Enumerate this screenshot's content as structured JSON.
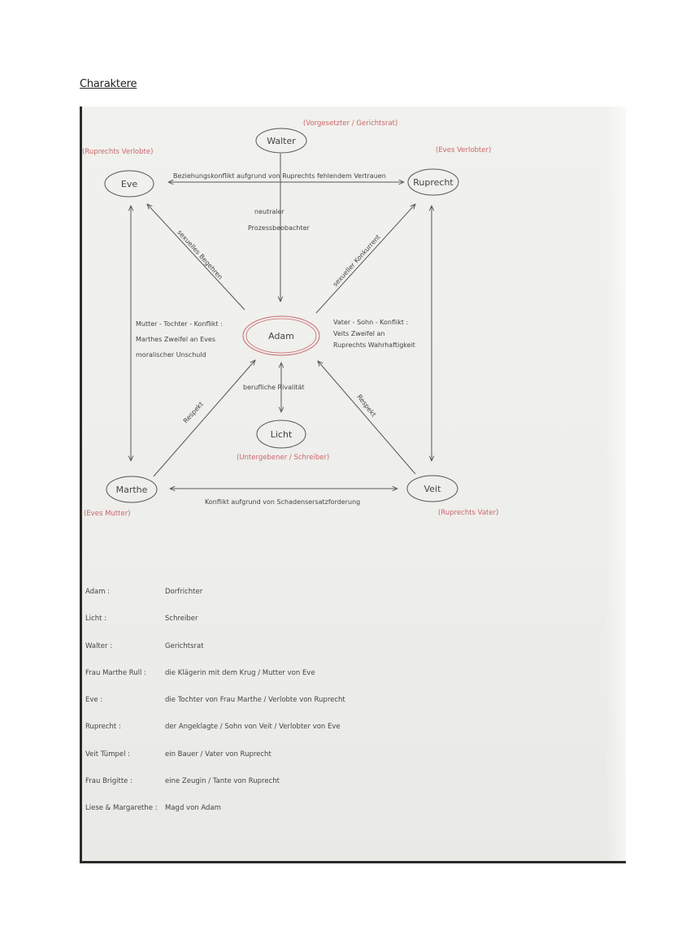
{
  "heading": "Charaktere",
  "nodes": {
    "walter": "Walter",
    "eve": "Eve",
    "ruprecht": "Ruprecht",
    "adam": "Adam",
    "licht": "Licht",
    "marthe": "Marthe",
    "veit": "Veit"
  },
  "notes": {
    "walter": "(Vorgesetzter / Gerichtsrat)",
    "eve": "(Ruprechts Verlobte)",
    "ruprecht": "(Eves Verlobter)",
    "licht": "(Untergebener / Schreiber)",
    "marthe": "(Eves Mutter)",
    "veit": "(Ruprechts Vater)"
  },
  "edges": {
    "eve_ruprecht": "Beziehungskonflikt aufgrund von Ruprechts fehlendem Vertrauen",
    "walter_adam_1": "neutraler",
    "walter_adam_2": "Prozessbeobachter",
    "adam_eve": "sexuelles Begehren",
    "adam_ruprecht": "sexueller Konkurrent",
    "marthe_eve_1": "Mutter - Tochter - Konflikt :",
    "marthe_eve_2": "Marthes Zweifel an Eves",
    "marthe_eve_3": "moralischer Unschuld",
    "veit_ruprecht_1": "Vater - Sohn - Konflikt :",
    "veit_ruprecht_2": "Veits Zweifel an",
    "veit_ruprecht_3": "Ruprechts Wahrhaftigkeit",
    "adam_licht": "berufliche Rivalität",
    "marthe_adam": "Respekt",
    "veit_adam": "Respekt",
    "marthe_veit": "Konflikt aufgrund von Schadensersatzforderung"
  },
  "legend": [
    {
      "name": "Adam :",
      "desc": "Dorfrichter"
    },
    {
      "name": "Licht :",
      "desc": "Schreiber"
    },
    {
      "name": "Walter :",
      "desc": "Gerichtsrat"
    },
    {
      "name": "Frau Marthe Rull :",
      "desc": "die Klägerin mit dem Krug / Mutter von Eve"
    },
    {
      "name": "Eve :",
      "desc": "die Tochter von Frau Marthe / Verlobte von Ruprecht"
    },
    {
      "name": "Ruprecht :",
      "desc": "der Angeklagte / Sohn von Veit / Verlobter von Eve"
    },
    {
      "name": "Veit Tümpel :",
      "desc": "ein Bauer / Vater von Ruprecht"
    },
    {
      "name": "Frau Brigitte :",
      "desc": "eine Zeugin / Tante von Ruprecht"
    },
    {
      "name": "Liese & Margarethe :",
      "desc": "Magd von Adam"
    }
  ]
}
